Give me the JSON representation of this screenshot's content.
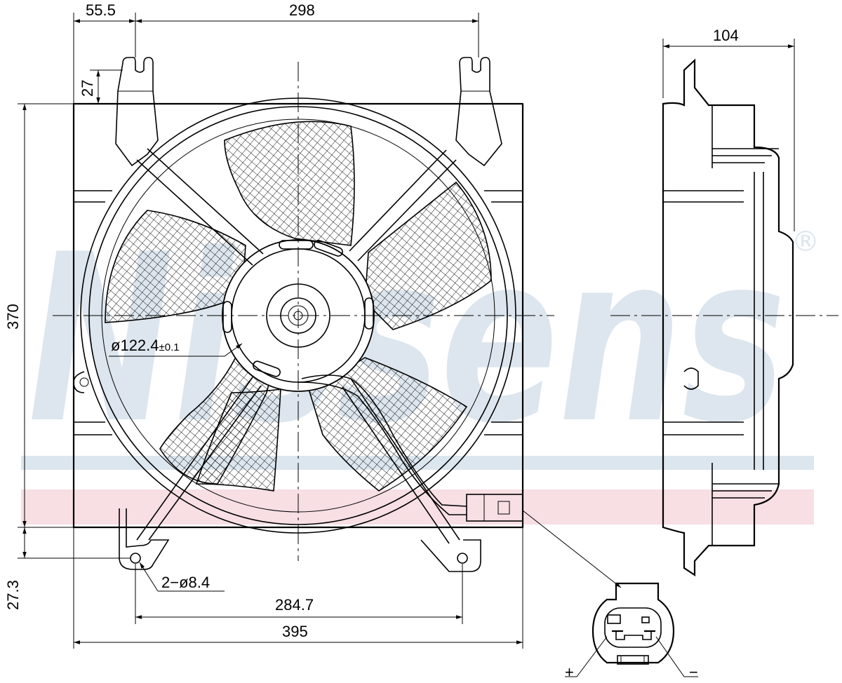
{
  "watermark": {
    "brand": "Nissens",
    "mark": "®",
    "brand_color": "#dde6ee",
    "band_blue": "#dce6ef",
    "band_pink": "#f7dfe4"
  },
  "dimensions": {
    "top_left_offset": "55.5",
    "top_span": "298",
    "side_depth": "104",
    "tab_height": "27",
    "overall_height": "370",
    "bottom_offset": "27.3",
    "hub_diameter_symbol": "ø",
    "hub_diameter_value": "122.4",
    "hub_tolerance": "±0.1",
    "mount_holes": "2−ø8.4",
    "hole_spacing": "284.7",
    "overall_width": "395"
  },
  "connector": {
    "plus": "+",
    "minus": "−"
  },
  "colors": {
    "line": "#000000",
    "background": "#ffffff"
  }
}
